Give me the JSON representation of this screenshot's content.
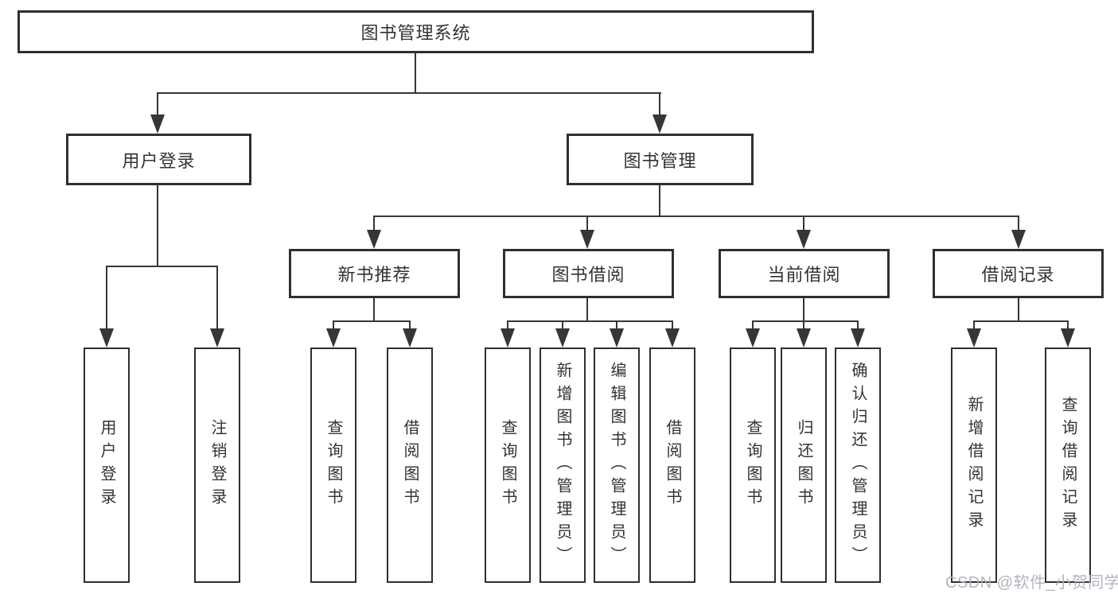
{
  "diagram": {
    "root": {
      "label": "图书管理系统"
    },
    "level2": {
      "user_login": {
        "label": "用户登录"
      },
      "book_mgmt": {
        "label": "图书管理"
      }
    },
    "level3": {
      "new_books": {
        "label": "新书推荐"
      },
      "borrowing": {
        "label": "图书借阅"
      },
      "current": {
        "label": "当前借阅"
      },
      "records": {
        "label": "借阅记录"
      }
    },
    "leaves": {
      "login": {
        "label": "用户登录"
      },
      "logout": {
        "label": "注销登录"
      },
      "nb_query": {
        "label": "查询图书"
      },
      "nb_borrow": {
        "label": "借阅图书"
      },
      "bw_query": {
        "label": "查询图书"
      },
      "bw_add": {
        "label": "新增图书（管理员）"
      },
      "bw_edit": {
        "label": "编辑图书（管理员）"
      },
      "bw_borrow": {
        "label": "借阅图书"
      },
      "cur_query": {
        "label": "查询图书"
      },
      "cur_return": {
        "label": "归还图书"
      },
      "cur_confirm": {
        "label": "确认归还（管理员）"
      },
      "rec_add": {
        "label": "新增借阅记录"
      },
      "rec_query": {
        "label": "查询借阅记录"
      }
    },
    "watermark": "CSDN @软件_小贺同学",
    "colors": {
      "line": "#363636",
      "border": "#2f2f2f",
      "text": "#333333",
      "background": "#ffffff",
      "watermark": "#adb2ba"
    }
  }
}
